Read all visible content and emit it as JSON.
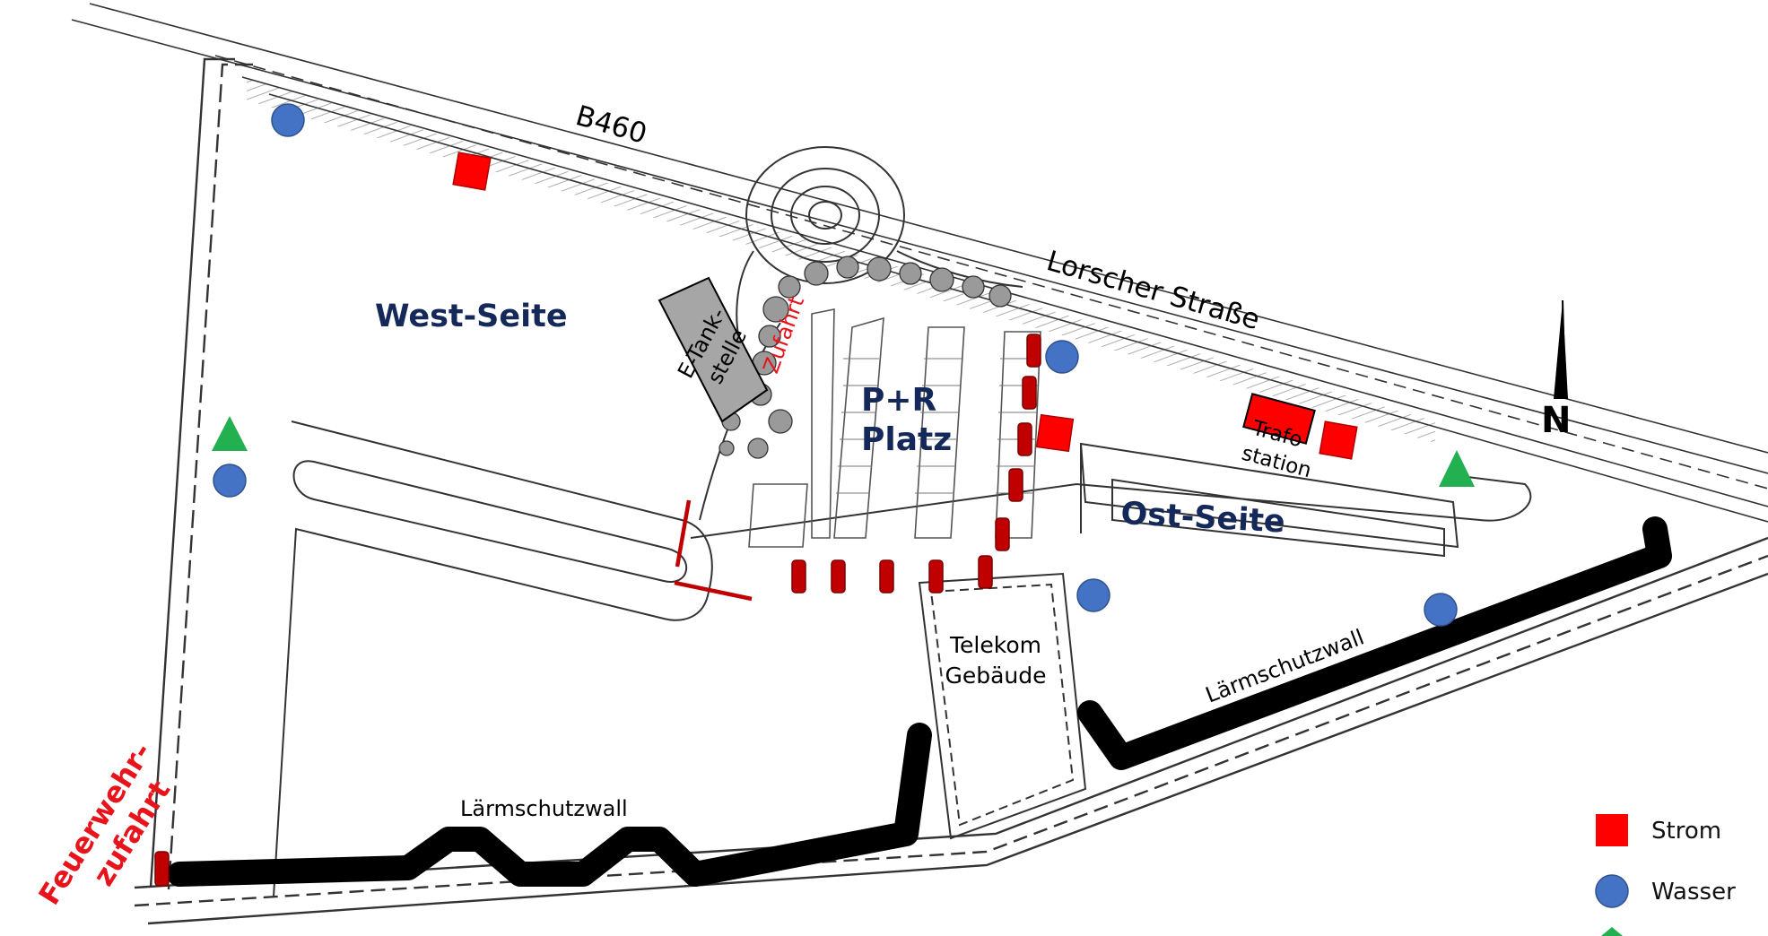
{
  "labels": {
    "road_b460": "B460",
    "road_lorscher": "Lorscher Straße",
    "west": "West-Seite",
    "ost": "Ost-Seite",
    "pr_line1": "P+R",
    "pr_line2": "Platz",
    "etank_line1": "E-Tank-",
    "etank_line2": "stelle",
    "zufahrt": "Zufahrt",
    "trafo_line1": "Trafo",
    "trafo_line2": "station",
    "telekom_line1": "Telekom",
    "telekom_line2": "Gebäude",
    "laerm_left": "Lärmschutzwall",
    "laerm_right": "Lärmschutzwall",
    "feuerwehr_line1": "Feuerwehr-",
    "feuerwehr_line2": "zufahrt",
    "north": "N"
  },
  "legend": {
    "strom": "Strom",
    "wasser": "Wasser",
    "third": ""
  },
  "colors": {
    "strom": "#ff0000",
    "wasser": "#4472c4",
    "triangle": "#22b050",
    "area_label": "#14285a",
    "accent_red": "#e8141c",
    "bollard": "#c00000",
    "wall": "#000000",
    "etank_fill": "#a6a6a6"
  }
}
